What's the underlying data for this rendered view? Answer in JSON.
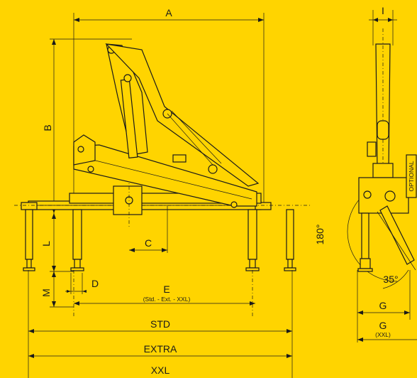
{
  "dimensions": {
    "A": "A",
    "B": "B",
    "C": "C",
    "D": "D",
    "E": "E",
    "E_note": "(Std. - Ext. - XXL)",
    "L": "L",
    "M": "M",
    "I": "I",
    "G": "G",
    "G2": "G",
    "G_note": "(XXL)",
    "std": "STD",
    "extra": "EXTRA",
    "xxl": "XXL"
  },
  "angles": {
    "rotation": "180°",
    "tilt": "35°"
  },
  "tags": {
    "optional": "OPTIONAL"
  }
}
